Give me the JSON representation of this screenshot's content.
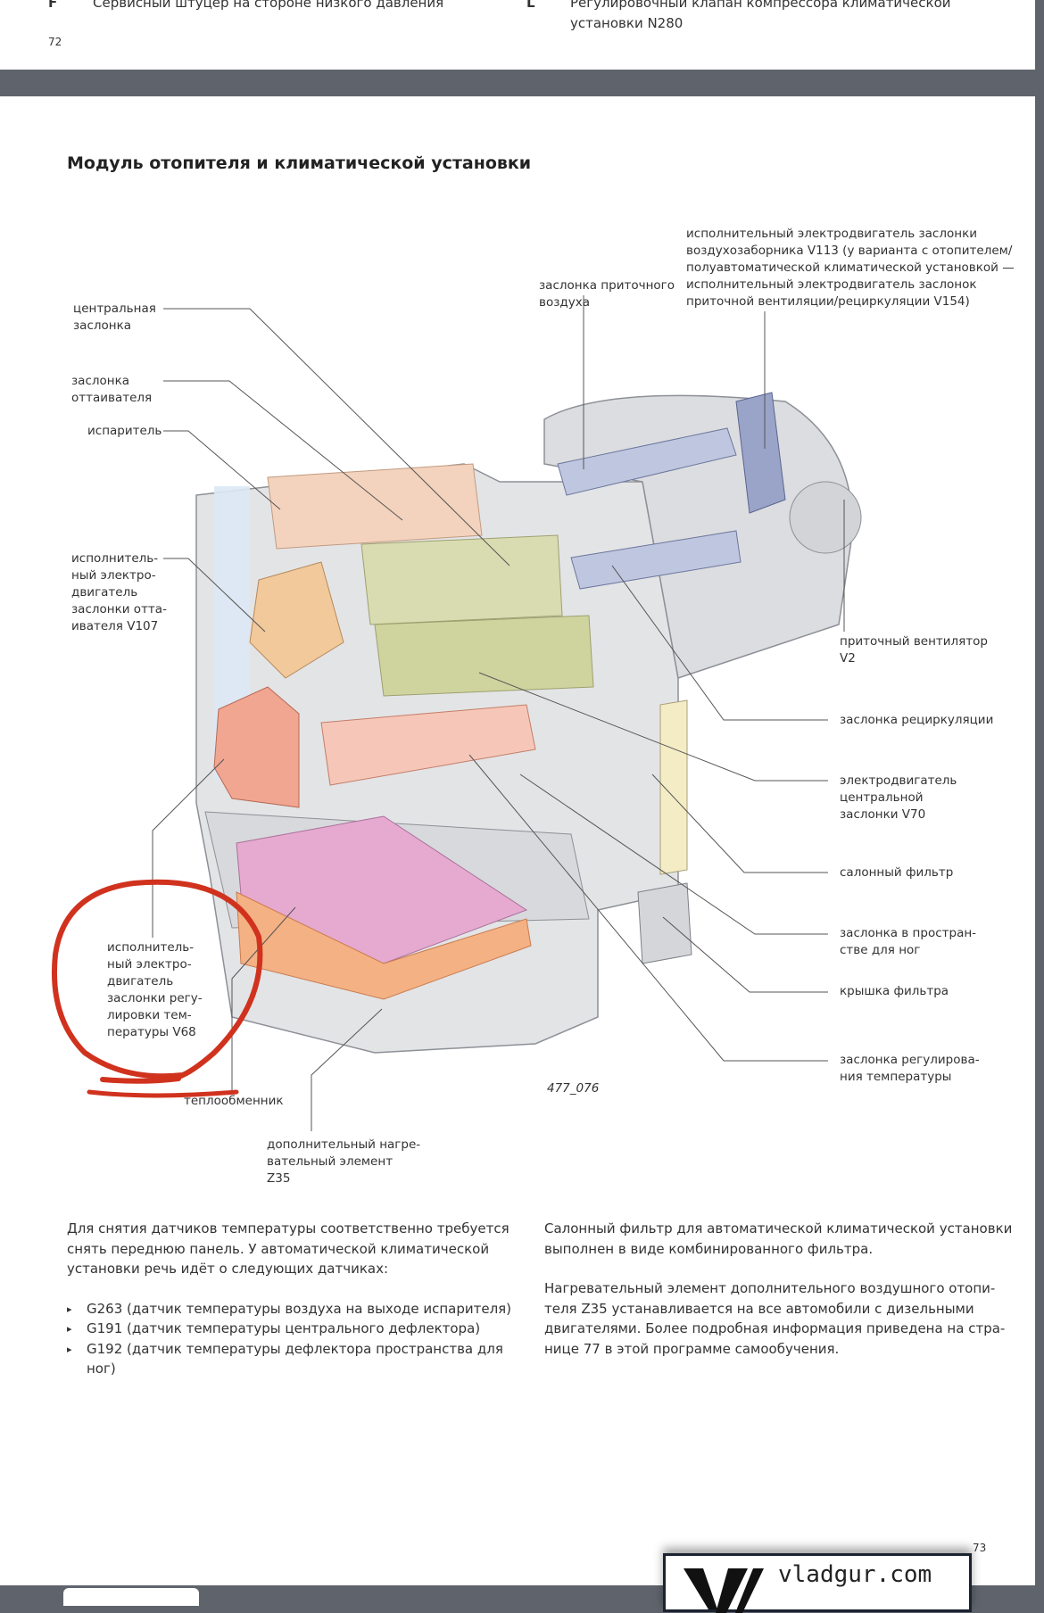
{
  "prev_page": {
    "item_f_letter": "F",
    "item_f_text": "Сервисный штуцер на стороне низкого давления",
    "item_l_letter": "L",
    "item_l_text_1": "Регулировочный клапан компрессора климатической",
    "item_l_text_2": "установки N280",
    "page_number": "72"
  },
  "page": {
    "title": "Модуль отопителя и климатической установки",
    "page_number": "73",
    "figure_id": "477_076",
    "labels": {
      "central_flap": [
        "центральная",
        "заслонка"
      ],
      "defrost_flap": [
        "заслонка",
        "оттаивателя"
      ],
      "evaporator": [
        "испаритель"
      ],
      "v107": [
        "исполнитель-",
        "ный электро-",
        "двигатель",
        "заслонки отта-",
        "ивателя V107"
      ],
      "v68": [
        "исполнитель-",
        "ный электро-",
        "двигатель",
        "заслонки регу-",
        "лировки тем-",
        "пературы V68"
      ],
      "heat_exchanger": [
        "теплообменник"
      ],
      "z35": [
        "дополнительный нагре-",
        "вательный элемент",
        "Z35"
      ],
      "fresh_air_flap": [
        "заслонка приточного",
        "воздуха"
      ],
      "v113": [
        "исполнительный электродвигатель заслонки",
        "воздухозаборника V113 (у варианта с отопителем/",
        "полуавтоматической климатической установкой —",
        "исполнительный электродвигатель заслонок",
        "приточной вентиляции/рециркуляции V154)"
      ],
      "v2": [
        "приточный вентилятор",
        "V2"
      ],
      "recirc_flap": [
        "заслонка рециркуляции"
      ],
      "v70": [
        "электродвигатель",
        "центральной",
        "заслонки V70"
      ],
      "cabin_filter": [
        "салонный фильтр"
      ],
      "footwell_flap": [
        "заслонка в простран-",
        "стве для ног"
      ],
      "filter_cover": [
        "крышка фильтра"
      ],
      "temp_flap": [
        "заслонка регулирова-",
        "ния температуры"
      ]
    },
    "left_text": {
      "paragraph": [
        "Для снятия датчиков температуры соответственно требуется",
        "снять переднюю панель. У автоматической климатической",
        "установки речь идёт о следующих датчиках:"
      ],
      "list": [
        "G263 (датчик температуры воздуха на выходе испарителя)",
        "G191 (датчик температуры центрального дефлектора)",
        "G192 (датчик температуры дефлектора пространства для ног)"
      ]
    },
    "right_text": {
      "paragraph_1": [
        "Салонный фильтр для автоматической климатической установки",
        "выполнен в виде комбинированного фильтра."
      ],
      "paragraph_2": [
        "Нагревательный элемент дополнительного воздушного отопи-",
        "теля Z35 устанавливается на все автомобили с дизельными",
        "двигателями. Более подробная информация приведена на стра-",
        "нице 77 в этой программе самообучения."
      ]
    }
  },
  "watermark": {
    "text": "vladgur.com",
    "logo_letter": "V"
  },
  "colors": {
    "annotation_red": "#d0321e",
    "band_gray": "#5f646c"
  }
}
